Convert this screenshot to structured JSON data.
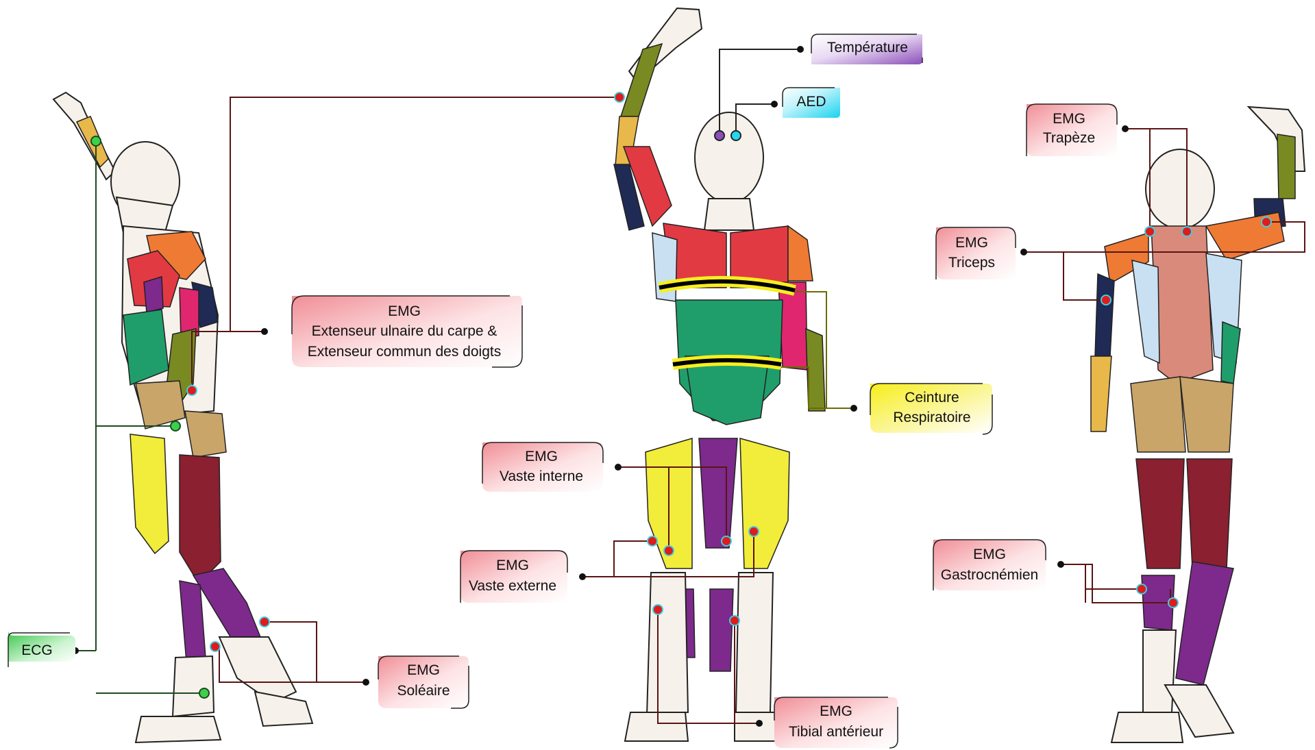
{
  "colors": {
    "emg": "#f4a2a8",
    "ecg": "#3ecf4f",
    "temperature": "#8a4fb8",
    "aed": "#25d7ef",
    "belt": "#f7ef20",
    "electrode_emg": "#e01b1b",
    "electrode_ecg": "#3bd14a"
  },
  "labels": {
    "temperature": "Température",
    "aed": "AED",
    "ecg": "ECG",
    "belt": {
      "line1": "Ceinture",
      "line2": "Respiratoire"
    },
    "emg_extenseur": {
      "line1": "EMG",
      "line2": "Extenseur ulnaire du carpe &",
      "line3": "Extenseur commun des doigts"
    },
    "emg_vaste_interne": {
      "line1": "EMG",
      "line2": "Vaste interne"
    },
    "emg_vaste_externe": {
      "line1": "EMG",
      "line2": "Vaste externe"
    },
    "emg_soleaire": {
      "line1": "EMG",
      "line2": "Soléaire"
    },
    "emg_tibial": {
      "line1": "EMG",
      "line2": "Tibial antérieur"
    },
    "emg_trapeze": {
      "line1": "EMG",
      "line2": "Trapèze"
    },
    "emg_triceps": {
      "line1": "EMG",
      "line2": "Triceps"
    },
    "emg_gastro": {
      "line1": "EMG",
      "line2": "Gastrocnémien"
    }
  }
}
